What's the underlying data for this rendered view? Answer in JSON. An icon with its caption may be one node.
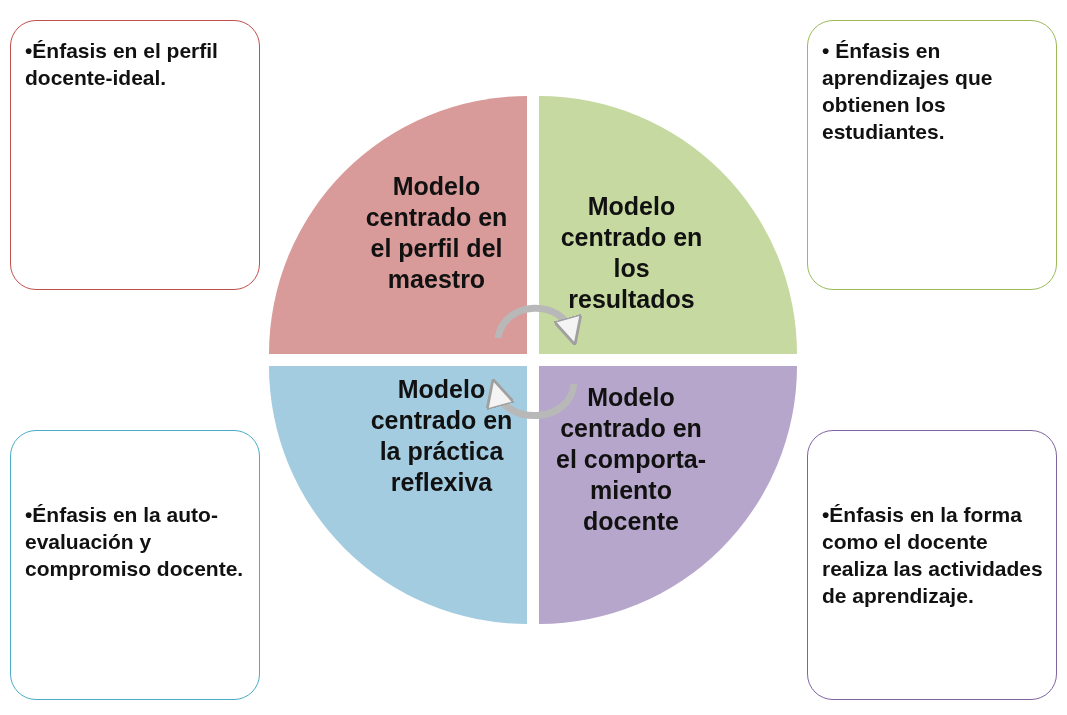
{
  "diagram": {
    "nodes": [
      {
        "text": [
          "•Énfasis en el perfil docente-ideal."
        ]
      },
      {
        "text": [
          "• Énfasis en aprendizajes que obtienen los estudiantes."
        ]
      },
      {
        "text": [
          "Modelo centrado en el perfil del maestro"
        ]
      },
      {
        "text": [
          "Modelo centrado en los resultados"
        ]
      },
      {
        "text": [
          "Modelo centrado en la práctica reflexiva"
        ]
      },
      {
        "text": [
          "Modelo centrado en el comporta- miento docente"
        ]
      },
      {
        "text": [
          "•Énfasis en la auto-evaluación y compromiso docente."
        ]
      },
      {
        "text": [
          "•Énfasis en la forma como el docente realiza las actividades de aprendizaje."
        ]
      }
    ],
    "edges": [
      {
        "from": 2,
        "to": 3,
        "arrow": "to"
      },
      {
        "from": 5,
        "to": 4,
        "arrow": "to"
      }
    ]
  }
}
